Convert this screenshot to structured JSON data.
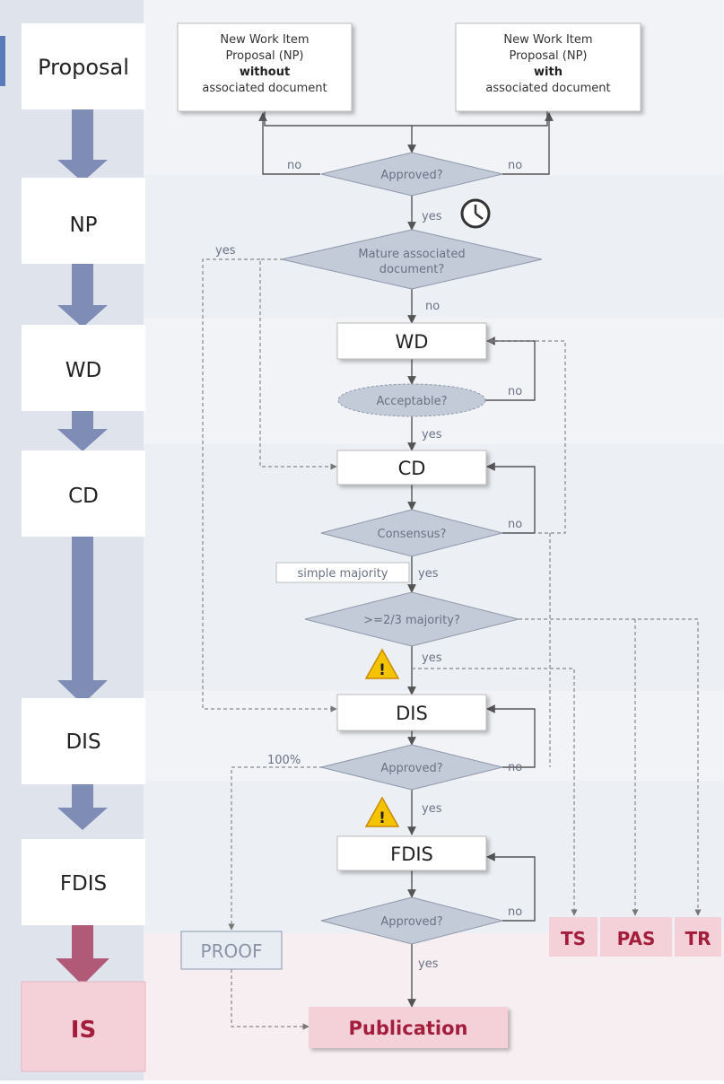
{
  "stages": [
    "Proposal",
    "NP",
    "WD",
    "CD",
    "DIS",
    "FDIS",
    "IS"
  ],
  "np_without": {
    "line1": "New Work Item",
    "line2": "Proposal (NP)",
    "line3": "without",
    "line4": "associated document"
  },
  "np_with": {
    "line1": "New Work Item",
    "line2": "Proposal (NP)",
    "line3": "with",
    "line4": "associated document"
  },
  "decisions": {
    "approved_np": "Approved?",
    "mature_1": "Mature associated",
    "mature_2": "document?",
    "acceptable": "Acceptable?",
    "consensus": "Consensus?",
    "majority": ">=2/3 majority?",
    "approved_dis": "Approved?",
    "approved_fdis": "Approved?"
  },
  "boxes": {
    "wd": "WD",
    "cd": "CD",
    "dis": "DIS",
    "fdis": "FDIS",
    "proof": "PROOF",
    "publication": "Publication",
    "ts": "TS",
    "pas": "PAS",
    "tr": "TR"
  },
  "labels": {
    "yes": "yes",
    "no": "no",
    "simple_majority": "simple majority",
    "hundred": "100%"
  },
  "icons": [
    "clock-icon",
    "warning-icon"
  ],
  "colors": {
    "arrow_blue": "#7f8cb6",
    "arrow_red": "#b05a78",
    "diamond": "#c3cbd8",
    "diamond_stroke": "#8e98ab",
    "pink": "#f4d0d8",
    "dark_red": "#a31e3d",
    "band": "#eef1f5"
  }
}
